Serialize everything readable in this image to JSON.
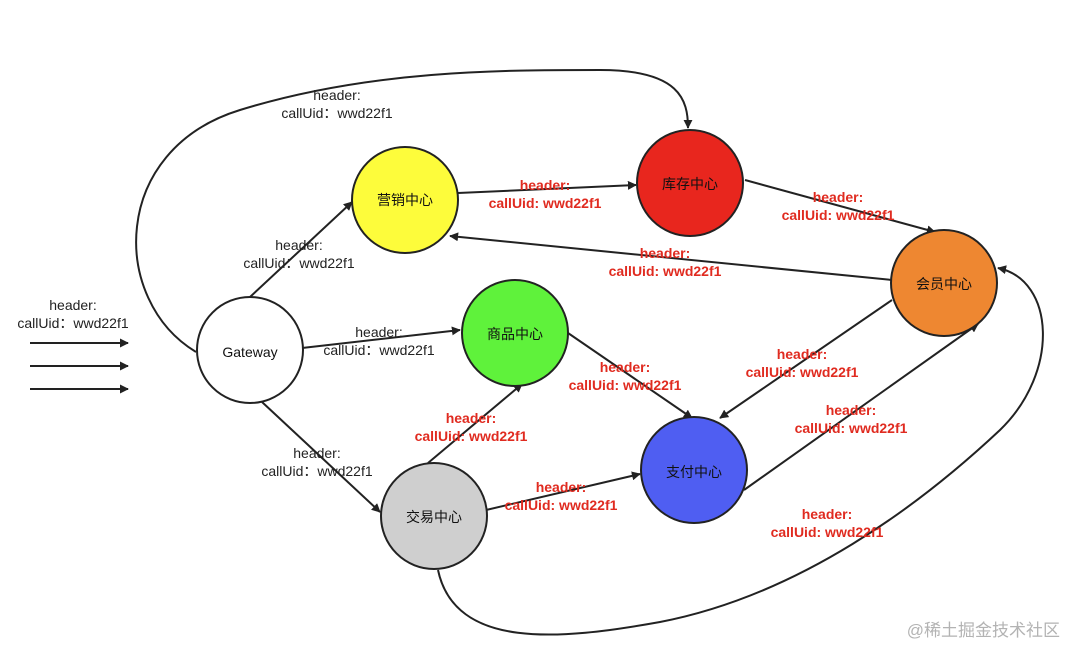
{
  "nodes": {
    "gateway": {
      "label": "Gateway",
      "color": "#ffffff"
    },
    "marketing": {
      "label": "营销中心",
      "color": "#fdfc3b"
    },
    "inventory": {
      "label": "库存中心",
      "color": "#e8261e"
    },
    "member": {
      "label": "会员中心",
      "color": "#ee8731"
    },
    "product": {
      "label": "商品中心",
      "color": "#5ff23b"
    },
    "payment": {
      "label": "支付中心",
      "color": "#4f5ef2"
    },
    "trade": {
      "label": "交易中心",
      "color": "#cfcfcf"
    }
  },
  "labels": {
    "incoming": {
      "line1": "header:",
      "line2": "callUid：wwd22f1"
    },
    "gw_inventory": {
      "line1": "header:",
      "line2": "callUid：wwd22f1"
    },
    "gw_marketing": {
      "line1": "header:",
      "line2": "callUid：wwd22f1"
    },
    "gw_product": {
      "line1": "header:",
      "line2": "callUid：wwd22f1"
    },
    "gw_trade": {
      "line1": "header:",
      "line2": "callUid：wwd22f1"
    },
    "marketing_inventory": {
      "line1": "header:",
      "line2": "callUid: wwd22f1"
    },
    "inventory_member": {
      "line1": "header:",
      "line2": "callUid: wwd22f1"
    },
    "member_marketing": {
      "line1": "header:",
      "line2": "callUid: wwd22f1"
    },
    "product_payment": {
      "line1": "header:",
      "line2": "callUid: wwd22f1"
    },
    "member_payment": {
      "line1": "header:",
      "line2": "callUid: wwd22f1"
    },
    "payment_member": {
      "line1": "header:",
      "line2": "callUid: wwd22f1"
    },
    "trade_product": {
      "line1": "header:",
      "line2": "callUid: wwd22f1"
    },
    "trade_payment": {
      "line1": "header:",
      "line2": "callUid: wwd22f1"
    },
    "trade_member": {
      "line1": "header:",
      "line2": "callUid: wwd22f1"
    }
  },
  "watermark": "@稀土掘金技术社区",
  "colors": {
    "label_red": "#e02b20",
    "label_black": "#222222",
    "line": "#222222"
  }
}
